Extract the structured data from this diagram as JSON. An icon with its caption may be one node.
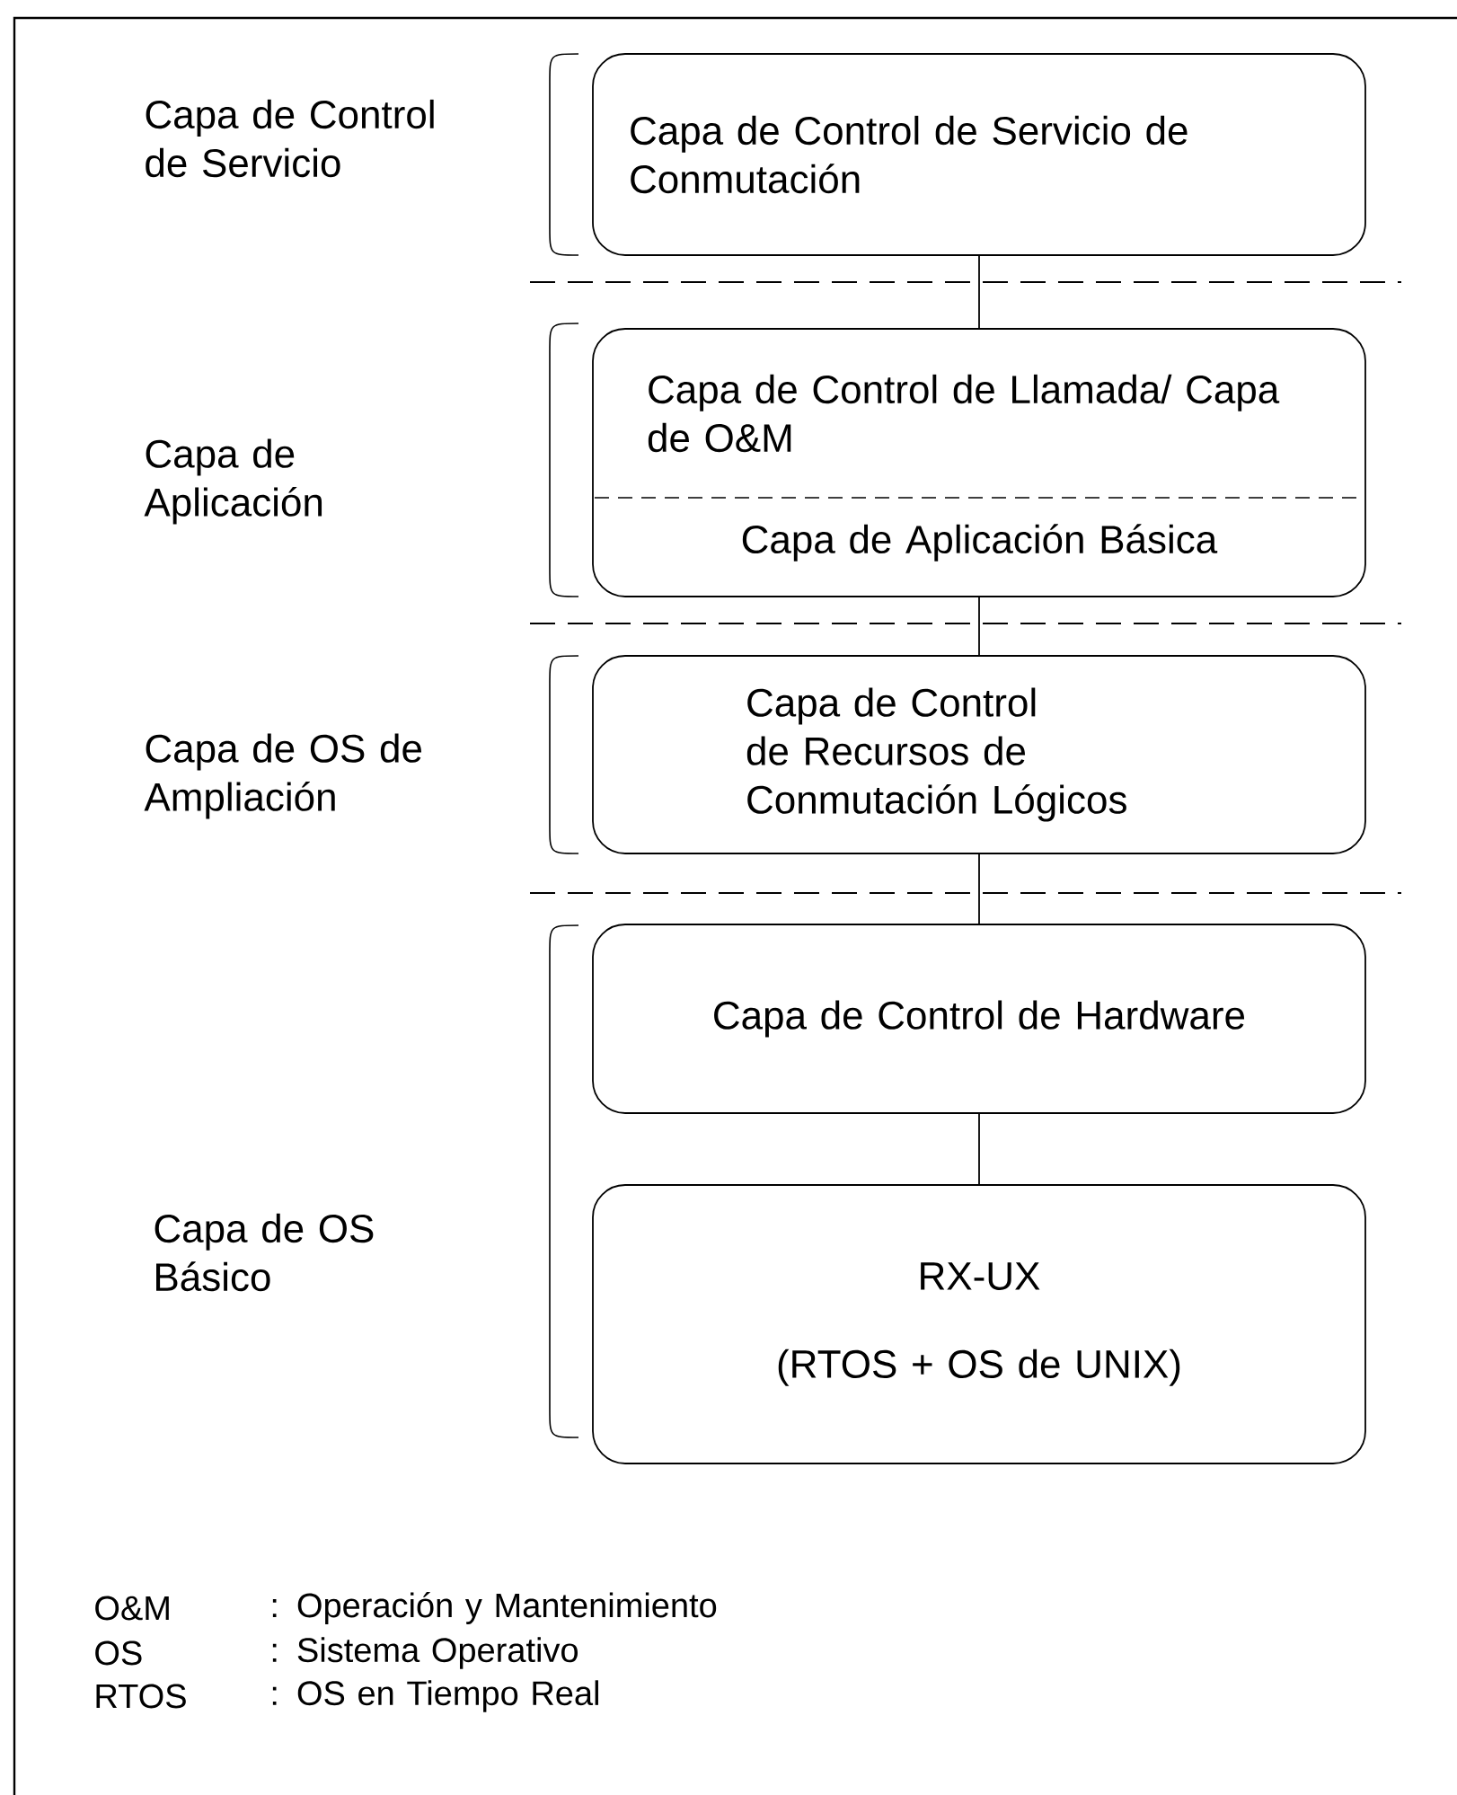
{
  "diagram": {
    "nodes": [
      {
        "text": [
          "Capa de Control de Servicio de Conmutación"
        ]
      },
      {
        "text": [],
        "shape": "box"
      },
      {
        "text": [
          "Capa de Control de Llamada/ Capa de O&M"
        ],
        "in": 1
      },
      {
        "text": [
          "Capa de Aplicación Básica"
        ],
        "in": 1
      },
      {
        "text": [
          "Capa de Control de Recursos de Conmutación Lógicos"
        ]
      },
      {
        "text": [
          "Capa de Control de Hardware"
        ]
      },
      {
        "text": [
          "RX-UX",
          "(RTOS + OS de UNIX)"
        ]
      }
    ],
    "edges": [
      {
        "from": 0,
        "to": 1,
        "arrow": "none"
      },
      {
        "from": 1,
        "to": 4,
        "arrow": "none"
      },
      {
        "from": 4,
        "to": 5,
        "arrow": "none"
      },
      {
        "from": 5,
        "to": 6,
        "arrow": "none"
      }
    ],
    "labels": [
      "Capa de Control de Servicio",
      "Capa de Aplicación",
      "Capa de OS de Ampliación",
      "Capa de OS Básico",
      "O&M",
      ": Operación y Mantenimiento",
      "OS",
      ": Sistema Operativo",
      "RTOS",
      ": OS en Tiempo Real"
    ]
  }
}
